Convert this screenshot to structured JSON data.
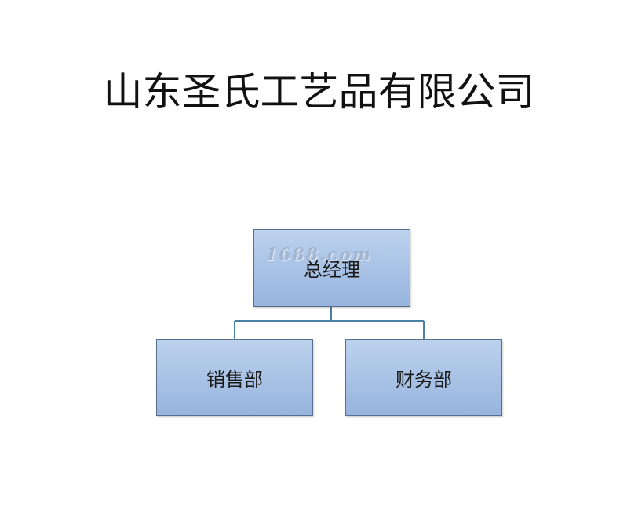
{
  "title": "山东圣氏工艺品有限公司",
  "org_chart": {
    "root": {
      "label": "总经理"
    },
    "children": [
      {
        "label": "销售部"
      },
      {
        "label": "财务部"
      }
    ]
  },
  "watermark": "1688.com",
  "colors": {
    "box_fill_top": "#bcd2ee",
    "box_fill_bottom": "#97b4de",
    "box_border": "#5a6f8c",
    "connector": "#4a80a8"
  }
}
